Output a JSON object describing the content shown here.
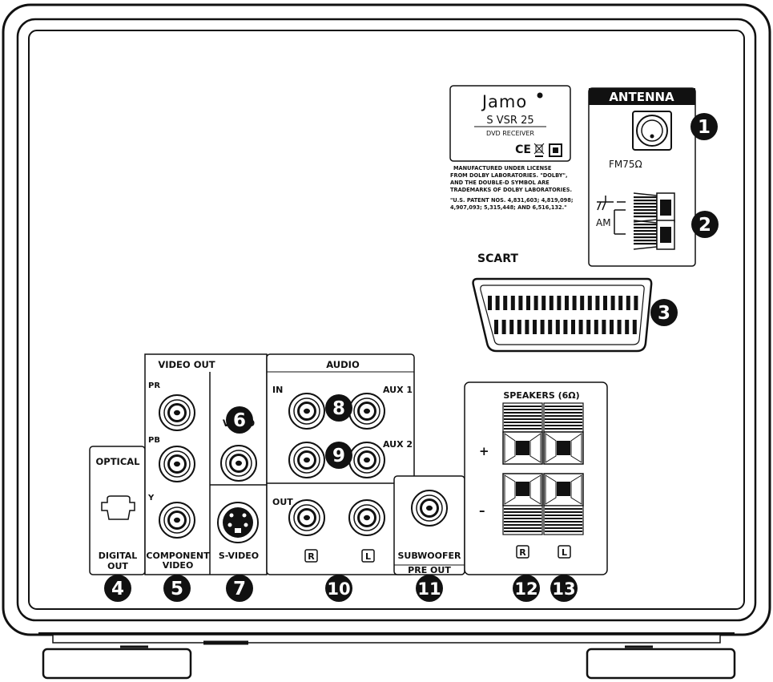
{
  "rating_plate": {
    "brand": "Jamo",
    "model": "S VSR 25",
    "subtitle": "DVD RECEIVER",
    "marks": "CE",
    "license_lines": [
      "MANUFACTURED UNDER LICENSE",
      "FROM DOLBY LABORATORIES. \"DOLBY\",",
      "AND THE DOUBLE-D SYMBOL ARE",
      "TRADEMARKS OF DOLBY LABORATORIES."
    ],
    "patent_lines": [
      "\"U.S. PATENT NOS. 4,831,603; 4,819,098;",
      "4,907,093; 5,315,448; AND 6,516,132.\""
    ]
  },
  "antenna": {
    "title": "ANTENNA",
    "fm_label": "FM75Ω",
    "am_label": "AM"
  },
  "scart": {
    "label": "SCART"
  },
  "optical": {
    "top_label": "OPTICAL",
    "bottom_label_1": "DIGITAL",
    "bottom_label_2": "OUT"
  },
  "video_out": {
    "title": "VIDEO OUT",
    "pr": "PR",
    "pb": "PB",
    "y": "Y",
    "component_1": "COMPONENT",
    "component_2": "VIDEO",
    "video": "VIDEO",
    "svideo": "S-VIDEO"
  },
  "audio": {
    "title": "AUDIO",
    "in": "IN",
    "aux1": "AUX 1",
    "aux2": "AUX 2",
    "out": "OUT",
    "r": "R",
    "l": "L"
  },
  "pre_out": {
    "subwoofer": "SUBWOOFER",
    "title": "PRE OUT"
  },
  "speakers": {
    "title": "SPEAKERS (6Ω)",
    "plus": "+",
    "minus": "–",
    "r": "R",
    "l": "L"
  },
  "callouts": [
    "1",
    "2",
    "3",
    "4",
    "5",
    "6",
    "7",
    "8",
    "9",
    "10",
    "11",
    "12",
    "13"
  ]
}
